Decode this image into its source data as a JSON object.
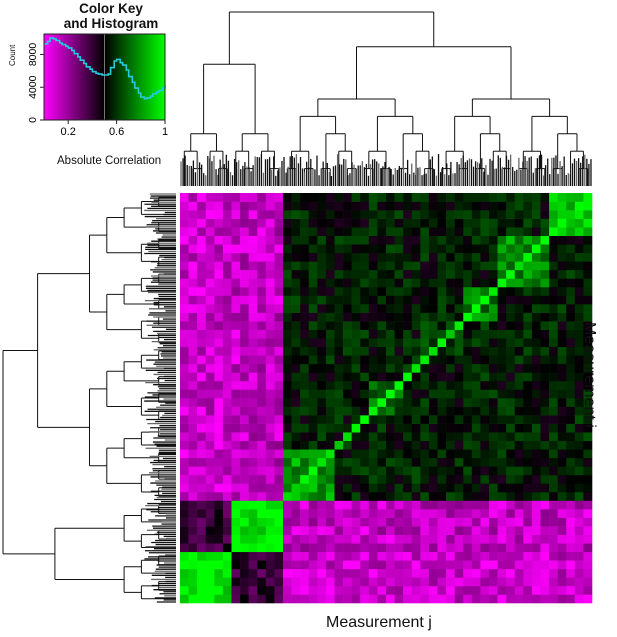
{
  "chart_data": {
    "type": "heatmap",
    "color_key": {
      "title_line1": "Color Key",
      "title_line2": "and Histogram",
      "xlabel": "Absolute Correlation",
      "ylabel": "Count",
      "x_ticks": [
        "0.2",
        "0.6",
        "1"
      ],
      "x_tick_values": [
        0.2,
        0.6,
        1.0
      ],
      "y_ticks": [
        "0",
        "4000",
        "8000"
      ],
      "y_tick_values": [
        0,
        4000,
        8000
      ],
      "xlim": [
        0.0,
        1.0
      ],
      "ylim": [
        0,
        10500
      ],
      "midpoint": 0.5,
      "histogram_color": "#22ccdd",
      "histogram": {
        "x": [
          0.0,
          0.03,
          0.05,
          0.08,
          0.1,
          0.13,
          0.15,
          0.18,
          0.2,
          0.23,
          0.25,
          0.28,
          0.3,
          0.33,
          0.35,
          0.38,
          0.4,
          0.43,
          0.45,
          0.48,
          0.5,
          0.53,
          0.55,
          0.58,
          0.6,
          0.63,
          0.65,
          0.68,
          0.7,
          0.73,
          0.75,
          0.78,
          0.8,
          0.83,
          0.85,
          0.88,
          0.9,
          0.93,
          0.95,
          0.98,
          1.0
        ],
        "counts": [
          9300,
          9600,
          10000,
          9900,
          9700,
          9400,
          9200,
          9000,
          8800,
          8500,
          8100,
          7700,
          7300,
          6900,
          6500,
          6200,
          5900,
          5700,
          5600,
          5500,
          5500,
          5600,
          6400,
          7200,
          7400,
          7000,
          6700,
          6100,
          5300,
          4600,
          3900,
          3300,
          2800,
          2600,
          2700,
          2900,
          3200,
          3400,
          3600,
          3900,
          4200
        ]
      }
    },
    "heatmap": {
      "xlabel": "Measurement j",
      "ylabel": "Measurement i",
      "low_color": "#ff00ff",
      "mid_color": "#000000",
      "high_color": "#00ff00",
      "value_range": [
        0,
        1
      ],
      "n_cells": 48,
      "clusters": [
        {
          "start": 0,
          "end": 6,
          "fraction": 0.1225
        },
        {
          "start": 6,
          "end": 12,
          "fraction": 0.2675
        },
        {
          "start": 12,
          "end": 48,
          "fraction": 1.0
        }
      ],
      "cluster_correlation": [
        [
          0.95,
          0.4,
          0.1
        ],
        [
          0.4,
          0.97,
          0.12
        ],
        [
          0.1,
          0.12,
          0.55
        ]
      ],
      "subclusters": [
        {
          "start": 12,
          "end": 18,
          "value": 0.8
        },
        {
          "start": 22,
          "end": 26,
          "value": 0.7
        },
        {
          "start": 28,
          "end": 33,
          "value": 0.6
        },
        {
          "start": 33,
          "end": 37,
          "value": 0.75
        },
        {
          "start": 37,
          "end": 43,
          "value": 0.78
        },
        {
          "start": 43,
          "end": 48,
          "value": 0.9
        }
      ],
      "row_order": "bottom-to-top"
    },
    "dendrogram_leaves": 48,
    "dendrogram_color": "#111111"
  }
}
